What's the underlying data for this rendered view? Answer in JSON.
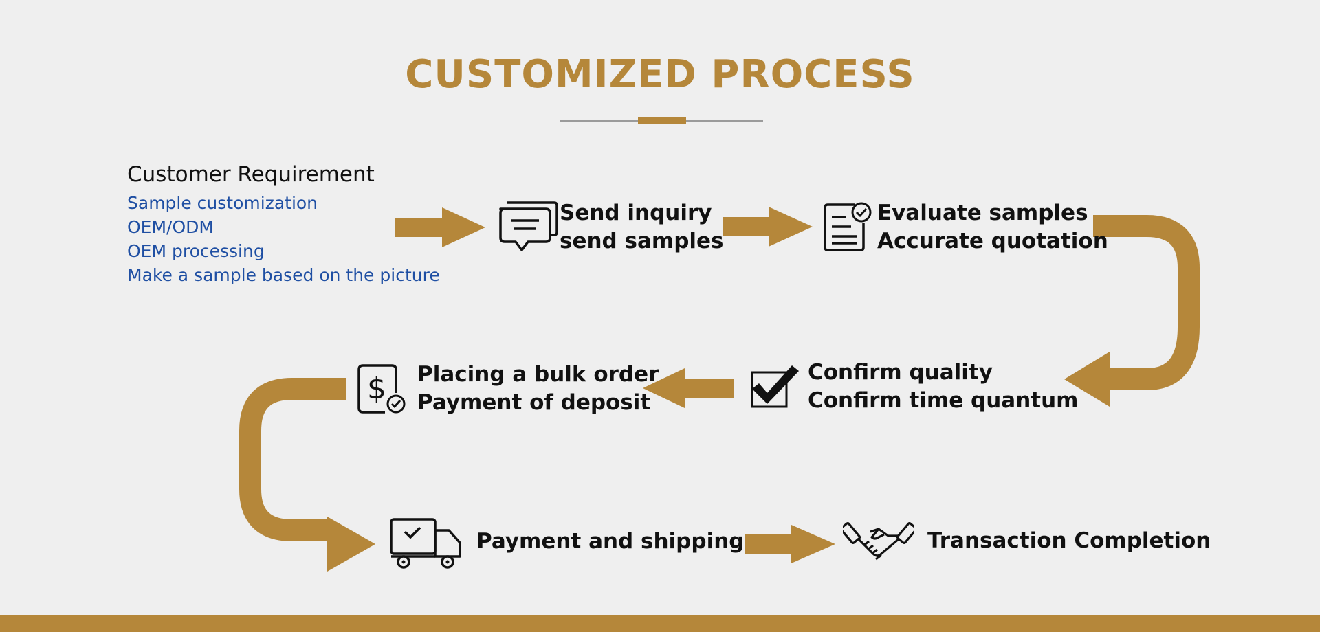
{
  "title": "CUSTOMIZED PROCESS",
  "colors": {
    "accent": "#b5873a",
    "background": "#efefef",
    "requirement_items": "#1f4fa3",
    "text": "#111111"
  },
  "customer_requirement": {
    "heading": "Customer Requirement",
    "items": [
      "Sample customization",
      "OEM/ODM",
      "OEM processing",
      "Make a sample based on the picture"
    ]
  },
  "steps": [
    {
      "icon": "chat-bubbles-icon",
      "line1": "Send inquiry",
      "line2": "send samples"
    },
    {
      "icon": "checklist-document-icon",
      "line1": "Evaluate samples",
      "line2": "Accurate quotation"
    },
    {
      "icon": "checkbox-checked-icon",
      "line1": "Confirm quality",
      "line2": "Confirm time quantum"
    },
    {
      "icon": "dollar-check-icon",
      "line1": "Placing a bulk order",
      "line2": "Payment of deposit"
    },
    {
      "icon": "delivery-truck-icon",
      "line1": "Payment and shipping"
    },
    {
      "icon": "handshake-icon",
      "line1": "Transaction Completion"
    }
  ]
}
